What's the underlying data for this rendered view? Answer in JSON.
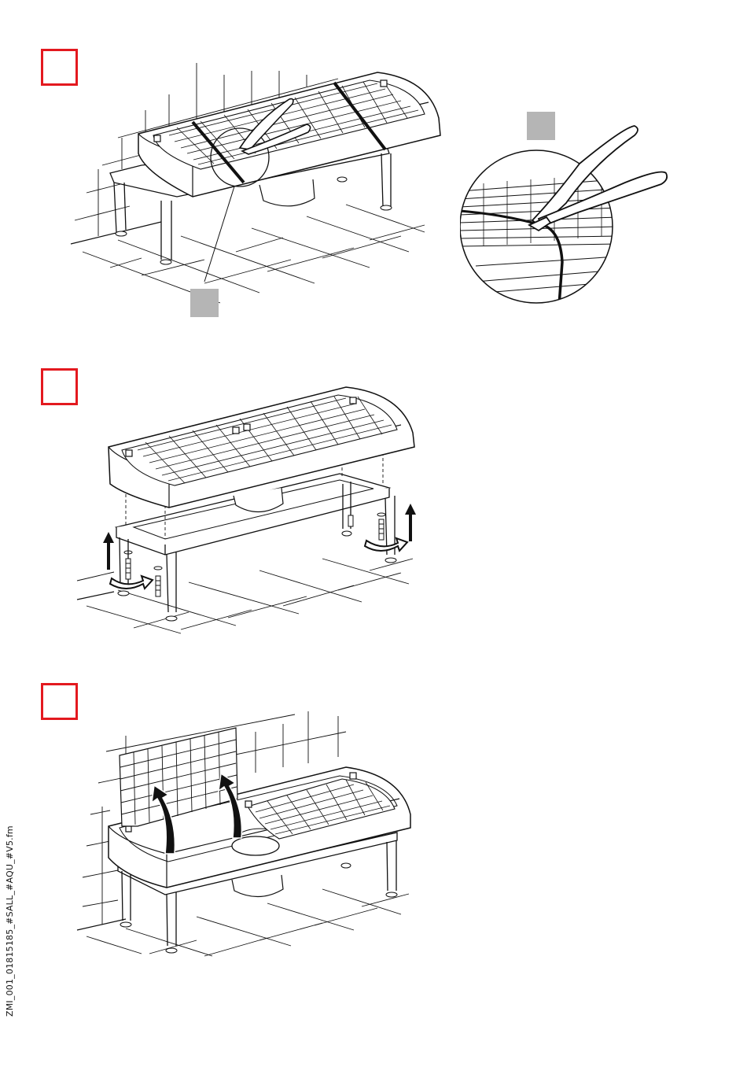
{
  "document": {
    "footer_label": "ZMI_001_01815185_#SALL_#AQU_#V5.fm"
  },
  "colors": {
    "step_marker": "#e3191f",
    "callout_marker": "#b5b5b5",
    "line": "#111111"
  },
  "steps": [
    {
      "id": "step-1",
      "illustration": "cut-shipping-straps-with-pliers"
    },
    {
      "id": "step-2",
      "illustration": "lift-basin-from-frame-adjust-feet"
    },
    {
      "id": "step-3",
      "illustration": "lift-grid-cover-from-basin"
    }
  ],
  "icons": [
    "pliers-icon",
    "up-arrow-icon",
    "curved-arrow-icon",
    "screw-icon",
    "foot-icon"
  ]
}
